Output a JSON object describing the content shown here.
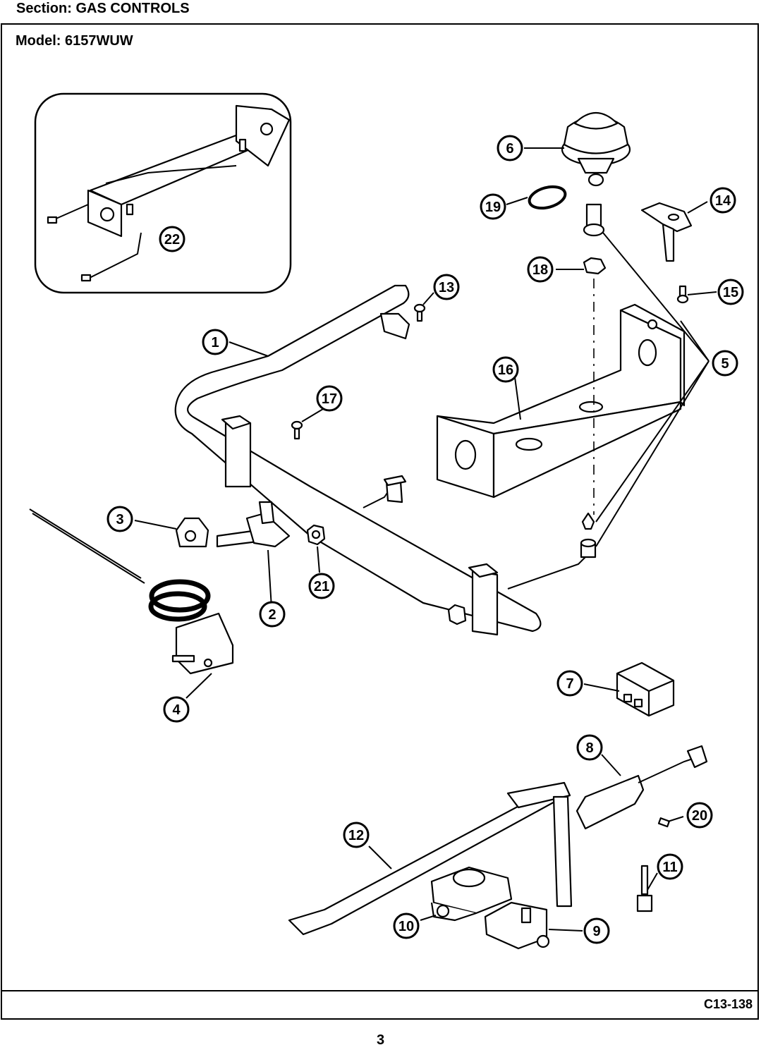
{
  "header": {
    "section": "Section:  GAS CONTROLS",
    "model": "Model:  6157WUW"
  },
  "footer": {
    "diagram_code": "C13-138",
    "page_number": "3"
  },
  "callouts": [
    {
      "id": "1",
      "label": "1"
    },
    {
      "id": "2",
      "label": "2"
    },
    {
      "id": "3",
      "label": "3"
    },
    {
      "id": "4",
      "label": "4"
    },
    {
      "id": "5",
      "label": "5"
    },
    {
      "id": "6",
      "label": "6"
    },
    {
      "id": "7",
      "label": "7"
    },
    {
      "id": "8",
      "label": "8"
    },
    {
      "id": "9",
      "label": "9"
    },
    {
      "id": "10",
      "label": "10"
    },
    {
      "id": "11",
      "label": "11"
    },
    {
      "id": "12",
      "label": "12"
    },
    {
      "id": "13",
      "label": "13"
    },
    {
      "id": "14",
      "label": "14"
    },
    {
      "id": "15",
      "label": "15"
    },
    {
      "id": "16",
      "label": "16"
    },
    {
      "id": "17",
      "label": "17"
    },
    {
      "id": "18",
      "label": "18"
    },
    {
      "id": "19",
      "label": "19"
    },
    {
      "id": "20",
      "label": "20"
    },
    {
      "id": "21",
      "label": "21"
    },
    {
      "id": "22",
      "label": "22"
    }
  ]
}
